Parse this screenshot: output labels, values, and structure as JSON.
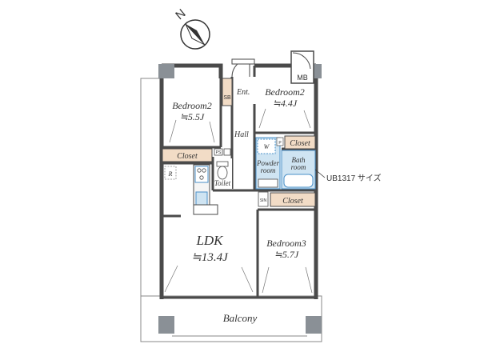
{
  "compass": {
    "north_label": "N"
  },
  "rooms": {
    "bedroom_west": {
      "name": "Bedroom2",
      "size": "≒5.5J"
    },
    "bedroom_east": {
      "name": "Bedroom2",
      "size": "≒4.4J"
    },
    "ldk": {
      "name": "LDK",
      "size": "≒13.4J"
    },
    "bedroom3": {
      "name": "Bedroom3",
      "size": "≒5.7J"
    },
    "entrance": "Ent.",
    "hall": "Hall",
    "toilet": "Toilet",
    "powder": [
      "Powder",
      "room"
    ],
    "bath": [
      "Bath",
      "room"
    ],
    "balcony": "Balcony"
  },
  "closets": {
    "west": "Closet",
    "east_upper": "Closet",
    "east_lower": "Closet"
  },
  "small_labels": {
    "mb": "MB",
    "sb": "SB",
    "w": "W",
    "r": "R",
    "ps": "PS",
    "p": "P",
    "sin": "SIN"
  },
  "annotation": "UB1317 サイズ",
  "colors": {
    "wall": "#4a4a4a",
    "closet_fill": "#f2dcc6",
    "accent_blue": "#4a90c8",
    "light_blue": "#cfe4f2",
    "column": "#8a9096",
    "text": "#333333"
  }
}
